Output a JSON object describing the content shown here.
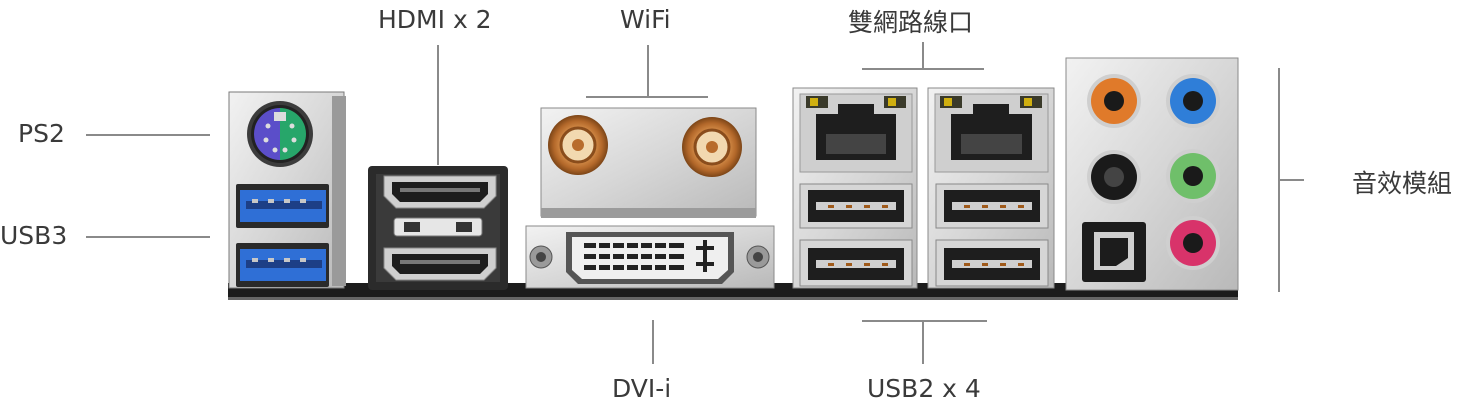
{
  "labels": {
    "ps2": "PS2",
    "usb3": "USB3",
    "hdmi": "HDMI x 2",
    "wifi": "WiFi",
    "lan": "雙網路線口",
    "audio": "音效模組",
    "dvi": "DVI-i",
    "usb2": "USB2 x 4"
  },
  "colors": {
    "ps2_keyboard": "#5b4ec9",
    "ps2_mouse": "#27a66a",
    "usb3_blue": "#2f6fd6",
    "audio_orange": "#e07a2a",
    "audio_blue": "#2f7ed8",
    "audio_black": "#1a1a1a",
    "audio_green": "#6fbf6a",
    "audio_pink": "#d8336a",
    "antenna_gold": "#c98a3a"
  }
}
